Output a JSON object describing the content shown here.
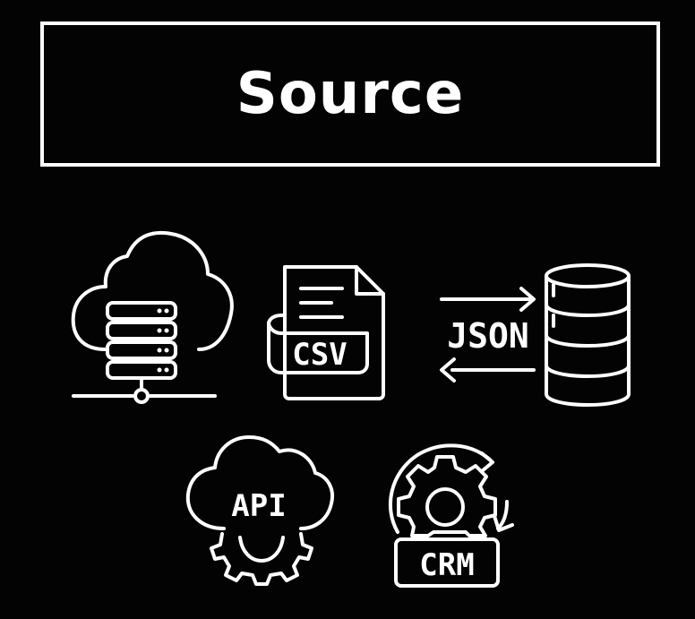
{
  "title": "Source",
  "icons": {
    "cloud_server": {
      "name": "cloud-server-icon"
    },
    "csv_file": {
      "name": "csv-file-icon",
      "label": "CSV"
    },
    "json_database": {
      "name": "json-database-icon",
      "label": "JSON"
    },
    "api_cloud": {
      "name": "api-cloud-gear-icon",
      "label": "API"
    },
    "crm_gear": {
      "name": "crm-gear-icon",
      "label": "CRM"
    }
  },
  "colors": {
    "background": "#030303",
    "foreground": "#ffffff"
  }
}
